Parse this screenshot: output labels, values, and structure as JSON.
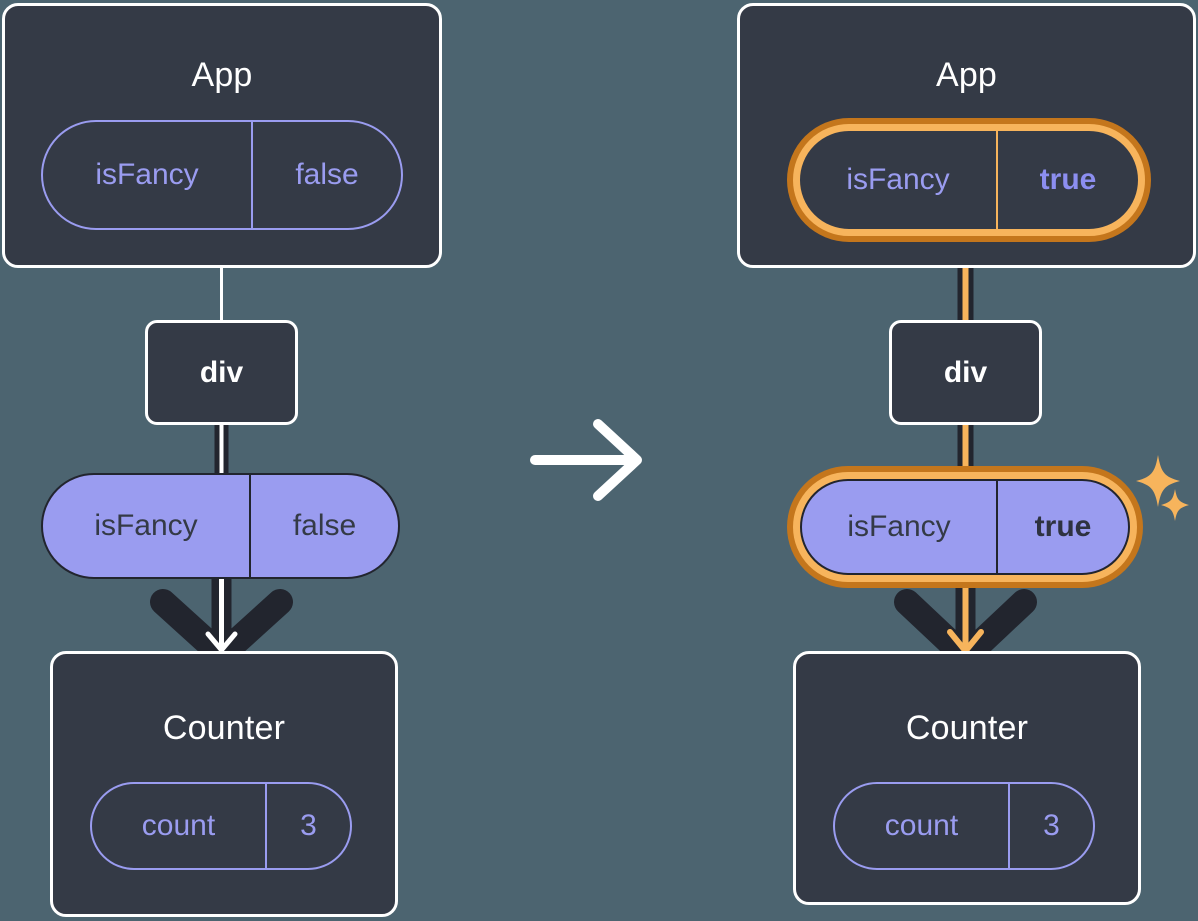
{
  "background_color": "#4c6470",
  "colors": {
    "panel": "#343a46",
    "panel_border": "#ffffff",
    "periwinkle": "#9a9cf0",
    "dark_text": "#343a46",
    "highlight_light": "#f7b45c",
    "highlight_dark": "#c4761c",
    "edge_dark": "#22252e",
    "white": "#ffffff"
  },
  "transition_arrow": {
    "icon": "arrow-right-icon",
    "color": "#ffffff"
  },
  "panels": [
    {
      "id": "before",
      "app": {
        "title": "App",
        "state_pill": {
          "name": "isFancy",
          "value": "false",
          "style": "ghost",
          "highlighted": false,
          "value_bold": false
        }
      },
      "div": {
        "label": "div"
      },
      "prop_pill": {
        "name": "isFancy",
        "value": "false",
        "style": "solid",
        "highlighted": false,
        "value_bold": false
      },
      "counter": {
        "title": "Counter",
        "state_pill": {
          "name": "count",
          "value": "3",
          "style": "ghost",
          "highlighted": false,
          "value_bold": false
        }
      },
      "connector_color": "#ffffff",
      "arrow_inner_color": "#ffffff",
      "sparkles": false
    },
    {
      "id": "after",
      "app": {
        "title": "App",
        "state_pill": {
          "name": "isFancy",
          "value": "true",
          "style": "ghost",
          "highlighted": true,
          "value_bold": true
        }
      },
      "div": {
        "label": "div"
      },
      "prop_pill": {
        "name": "isFancy",
        "value": "true",
        "style": "solid",
        "highlighted": true,
        "value_bold": true
      },
      "counter": {
        "title": "Counter",
        "state_pill": {
          "name": "count",
          "value": "3",
          "style": "ghost",
          "highlighted": false,
          "value_bold": false
        }
      },
      "connector_color": "#f7b45c",
      "arrow_inner_color": "#f7b45c",
      "sparkles": true
    }
  ]
}
